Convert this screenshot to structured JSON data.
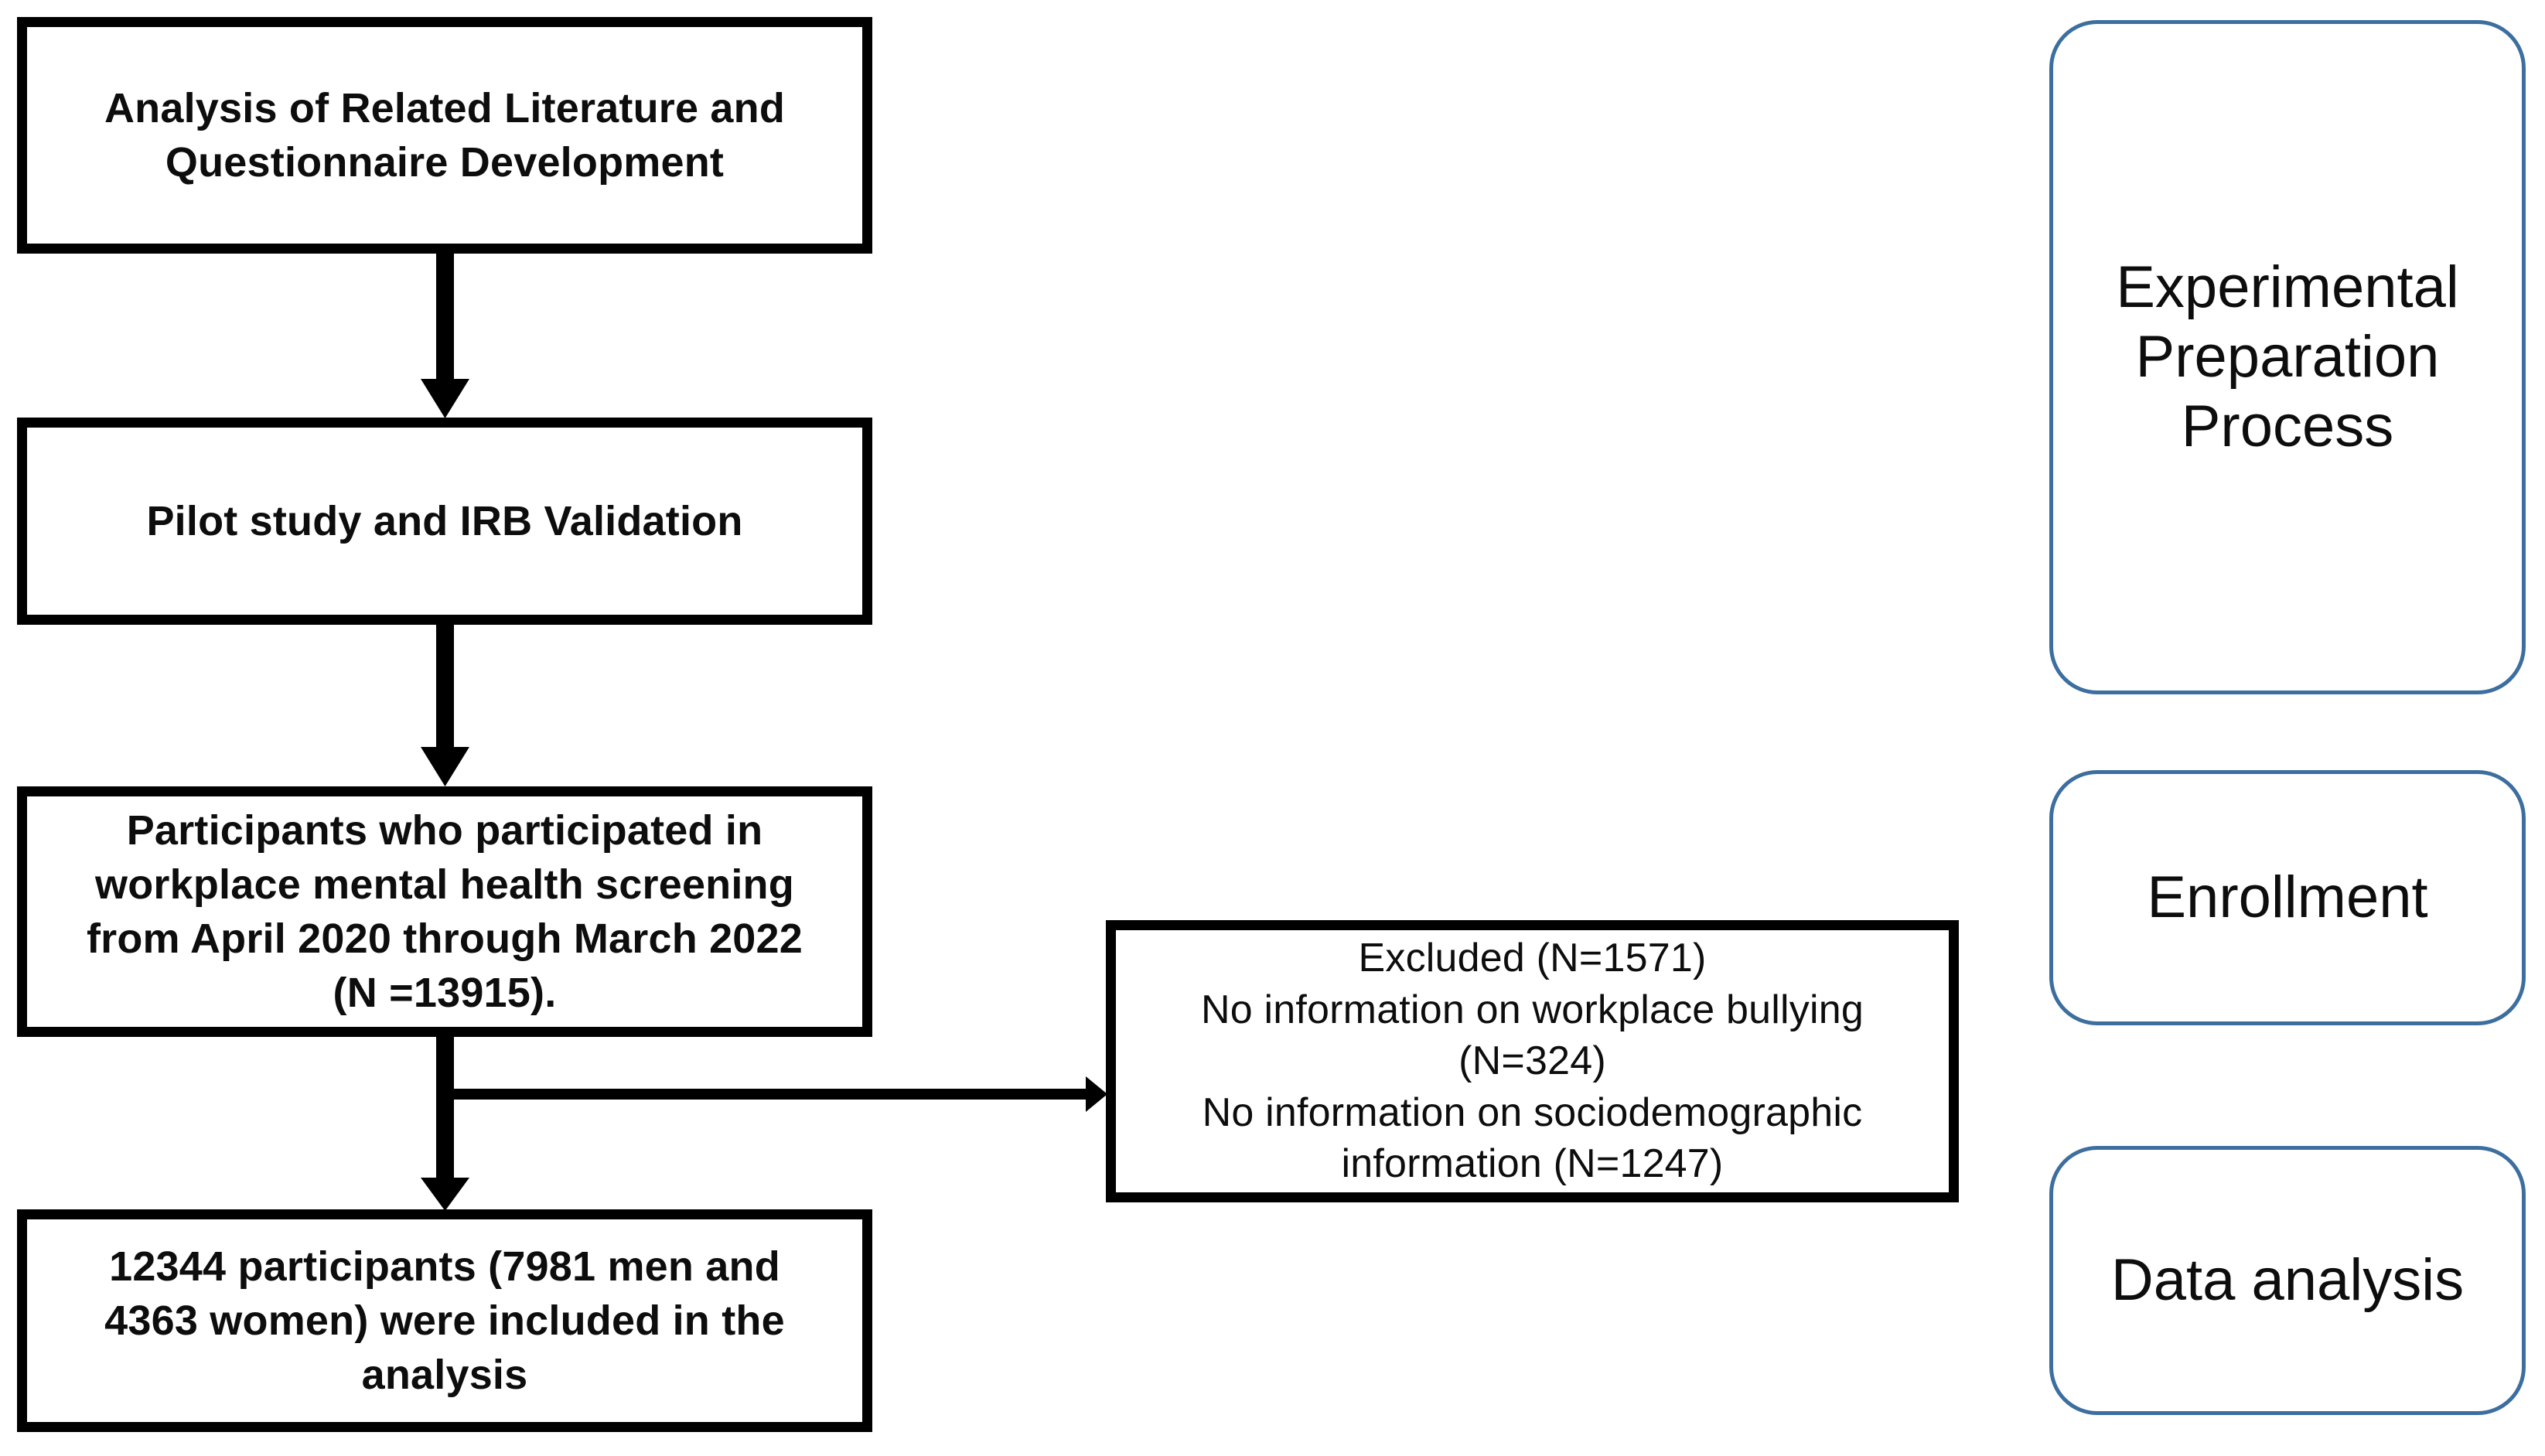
{
  "diagram": {
    "title": "Study flow diagram",
    "accent_color": "#3c6e9f",
    "line_color": "#000000",
    "background": "#ffffff"
  },
  "process_boxes": [
    {
      "id": "literature",
      "text": "Analysis of Related Literature and\nQuestionnaire Development"
    },
    {
      "id": "pilot",
      "text": "Pilot study and IRB Validation"
    },
    {
      "id": "participants",
      "text": "Participants who participated in\nworkplace mental health screening\nfrom April 2020 through March 2022\n(N =13915)."
    },
    {
      "id": "excluded",
      "text": "Excluded (N=1571)\nNo information on workplace bullying\n(N=324)\nNo information on sociodemographic\ninformation (N=1247)"
    },
    {
      "id": "included",
      "text": "12344 participants (7981 men and\n4363 women) were included in the\nanalysis"
    }
  ],
  "stage_labels": [
    {
      "id": "preparation",
      "text": "Experimental\nPreparation\nProcess"
    },
    {
      "id": "enrollment",
      "text": "Enrollment"
    },
    {
      "id": "analysis",
      "text": "Data analysis"
    }
  ],
  "connectors": [
    {
      "id": "literature-to-pilot",
      "from": "literature",
      "to": "pilot",
      "direction": "down",
      "style": "thick-arrow"
    },
    {
      "id": "pilot-to-participants",
      "from": "pilot",
      "to": "participants",
      "direction": "down",
      "style": "thick-arrow"
    },
    {
      "id": "participants-to-included",
      "from": "participants",
      "to": "included",
      "direction": "down",
      "style": "thick-arrow"
    },
    {
      "id": "participants-to-excluded",
      "from": "participants",
      "to": "excluded",
      "direction": "right",
      "style": "thin-arrow"
    }
  ]
}
